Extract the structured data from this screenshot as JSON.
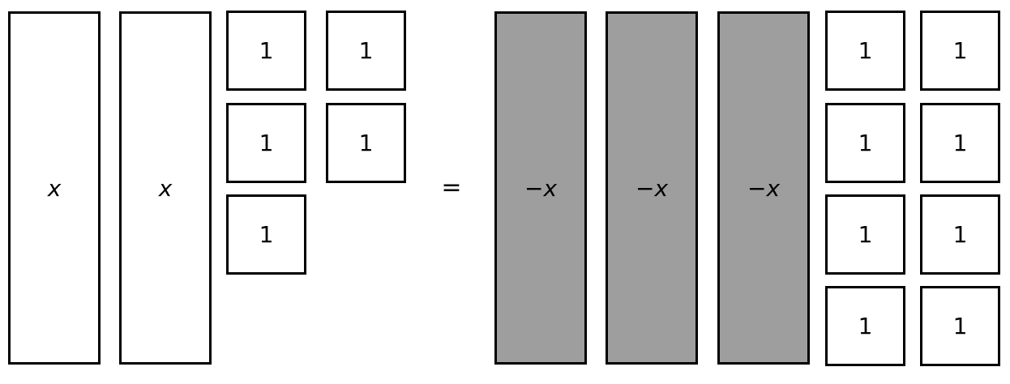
{
  "left_side": {
    "x_tiles": [
      "x",
      "x"
    ],
    "unit_tiles": [
      "1",
      "1",
      "1",
      "1",
      "1"
    ]
  },
  "equals": "=",
  "right_side": {
    "neg_x_tiles": [
      "−x",
      "−x",
      "−x"
    ],
    "unit_tiles": [
      "1",
      "1",
      "1",
      "1",
      "1",
      "1",
      "1",
      "1"
    ]
  },
  "colors": {
    "negative_tile": "#9e9e9e",
    "positive_tile": "#ffffff"
  }
}
